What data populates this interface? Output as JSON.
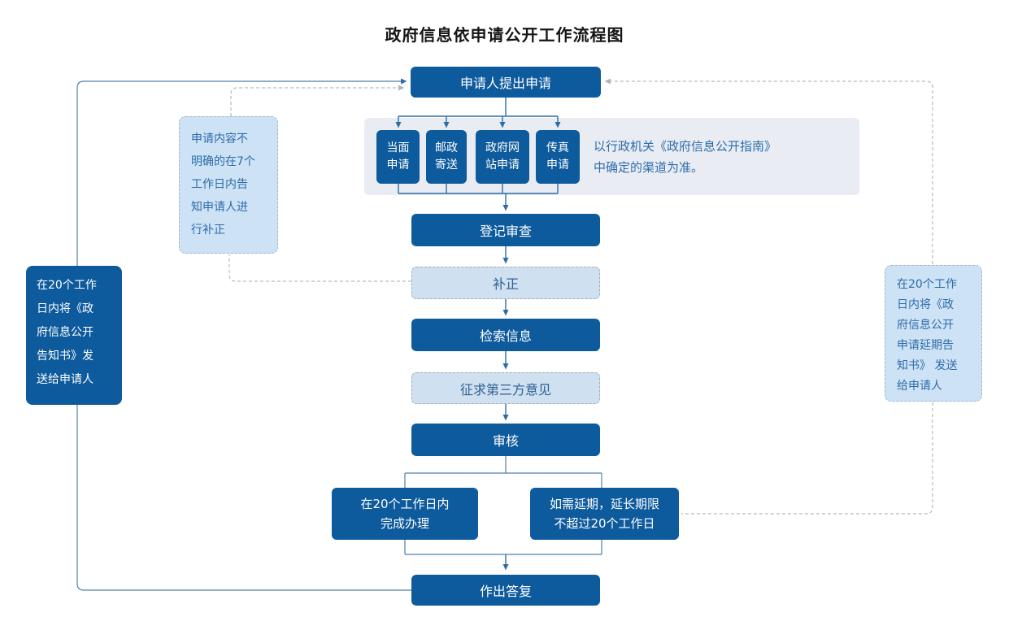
{
  "title": "政府信息依申请公开工作流程图",
  "colors": {
    "primary_dark_blue": "#0d5a9d",
    "light_blue_fill": "#cfe0f1",
    "note_blue_fill": "#cde2f5",
    "panel_gray_blue": "#e9edf3",
    "text_blue": "#2d6cab",
    "connector_blue": "#2e6da4",
    "dashed_gray": "#b3bac1"
  },
  "flow": {
    "apply": "申请人提出申请",
    "channels": [
      {
        "label": "当面\n申请"
      },
      {
        "label": "邮政\n寄送"
      },
      {
        "label": "政府网\n站申请"
      },
      {
        "label": "传真\n申请"
      }
    ],
    "channel_note": "以行政机关《政府信息公开指南》\n中确定的渠道为准。",
    "register": "登记审查",
    "correction": "补正",
    "search": "检索信息",
    "third_party": "征求第三方意见",
    "review": "审核",
    "complete": "在20个工作日内\n完成办理",
    "extend": "如需延期，延长期限\n不超过20个工作日",
    "reply": "作出答复",
    "left_note": "申请内容不\n明确的在7个\n工作日内告\n知申请人进\n行补正",
    "left_notice": "在20个工作\n日内将《政\n府信息公开\n告知书》发\n送给申请人",
    "right_note": "在20个工作\n日内将《政\n府信息公开\n申请延期告\n知书》 发送\n给申请人"
  }
}
